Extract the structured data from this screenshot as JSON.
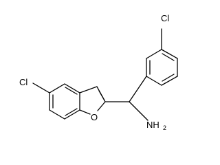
{
  "molecule": {
    "atoms": {
      "chlorine_top": "Cl",
      "chlorine_left": "Cl",
      "oxygen_ring": "O",
      "amine_n": "NH",
      "amine_sub": "2"
    }
  }
}
